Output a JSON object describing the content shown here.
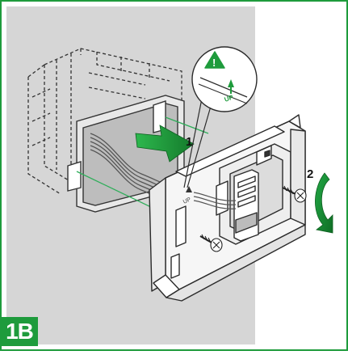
{
  "figure": {
    "step_badge": "1B",
    "callout_up_label": "UP",
    "callout_warning_symbol": "!",
    "step_1_label": "1",
    "step_2_label": "2",
    "plate_up_label": "UP"
  },
  "colors": {
    "frame_green": "#1e9b3c",
    "wall_grey": "#d4d4d4",
    "arrow_green": "#1e9b3c",
    "guide_line_green": "#2fae5a",
    "outline": "#2b2b2b"
  }
}
